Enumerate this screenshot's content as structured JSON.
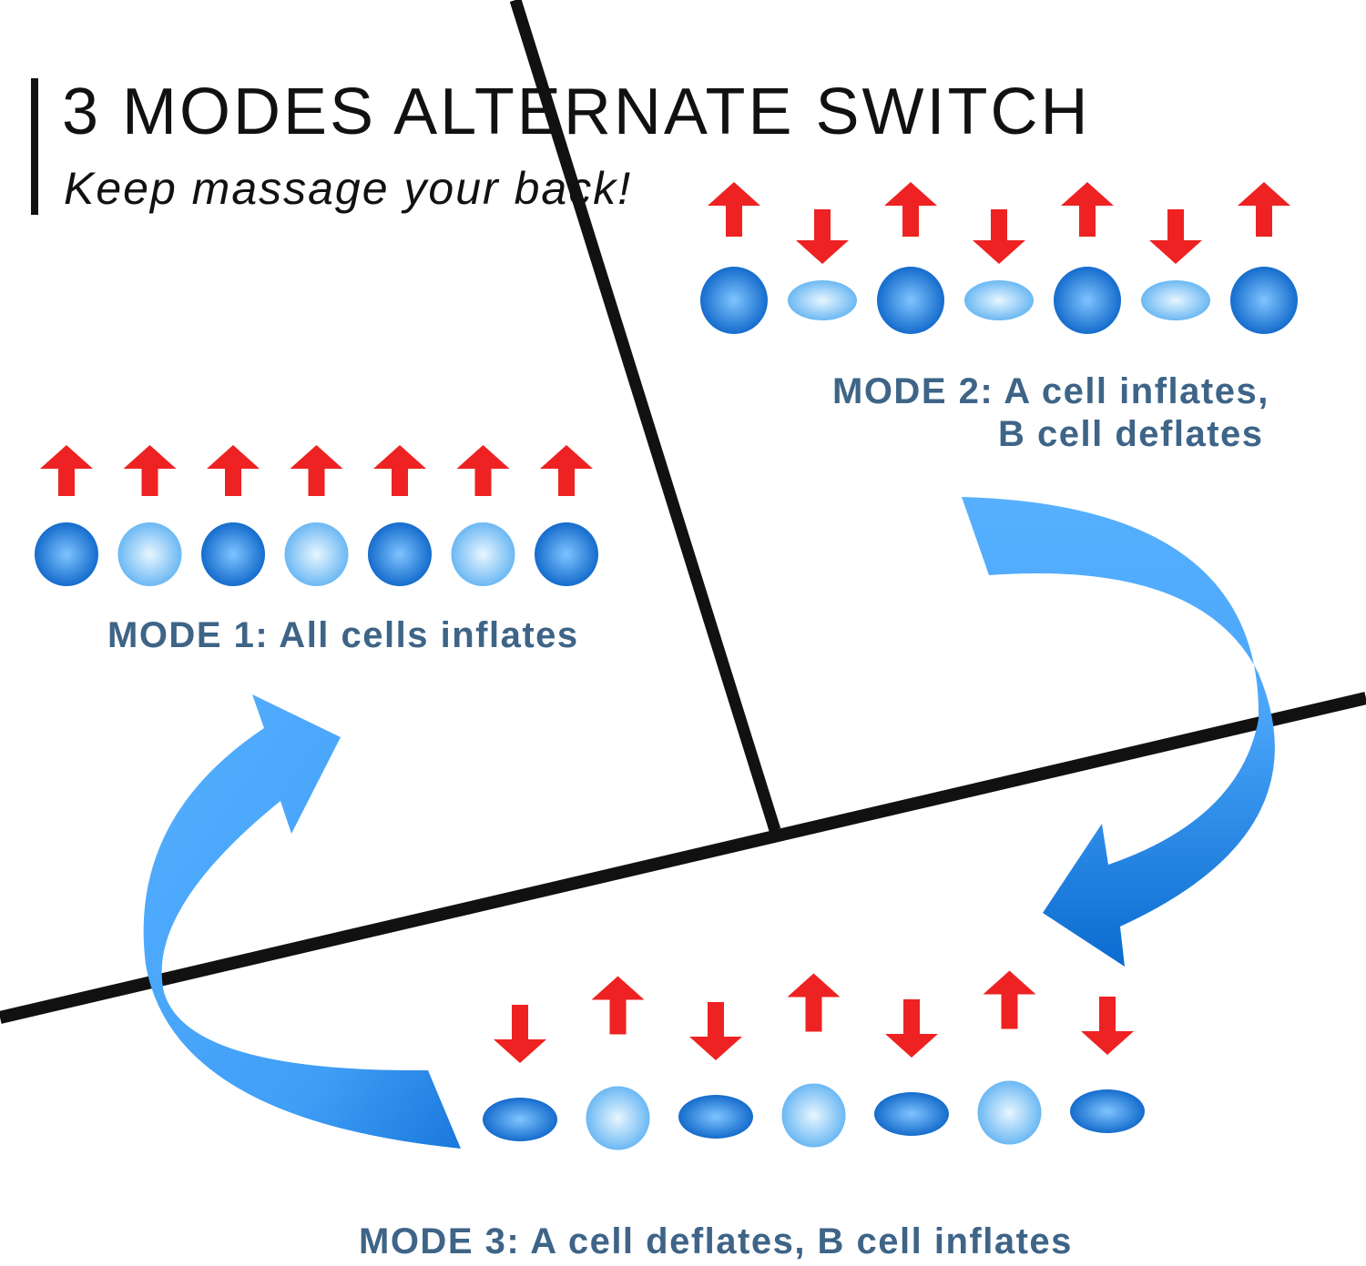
{
  "header": {
    "title": "3 MODES ALTERNATE SWITCH",
    "subtitle": "Keep massage your back!"
  },
  "modes": [
    {
      "label": "MODE 1: All cells inflates",
      "cells": [
        {
          "state": "inflated",
          "color": "A",
          "arrow": "up"
        },
        {
          "state": "inflated",
          "color": "B",
          "arrow": "up"
        },
        {
          "state": "inflated",
          "color": "A",
          "arrow": "up"
        },
        {
          "state": "inflated",
          "color": "B",
          "arrow": "up"
        },
        {
          "state": "inflated",
          "color": "A",
          "arrow": "up"
        },
        {
          "state": "inflated",
          "color": "B",
          "arrow": "up"
        },
        {
          "state": "inflated",
          "color": "A",
          "arrow": "up"
        }
      ]
    },
    {
      "label_lines": [
        "MODE 2: A cell inflates,",
        "B cell deflates"
      ],
      "cells": [
        {
          "state": "inflated",
          "color": "A",
          "arrow": "up"
        },
        {
          "state": "deflated",
          "color": "B",
          "arrow": "down"
        },
        {
          "state": "inflated",
          "color": "A",
          "arrow": "up"
        },
        {
          "state": "deflated",
          "color": "B",
          "arrow": "down"
        },
        {
          "state": "inflated",
          "color": "A",
          "arrow": "up"
        },
        {
          "state": "deflated",
          "color": "B",
          "arrow": "down"
        },
        {
          "state": "inflated",
          "color": "A",
          "arrow": "up"
        }
      ]
    },
    {
      "label": "MODE 3: A cell deflates, B cell inflates",
      "cells": [
        {
          "state": "deflated",
          "color": "A",
          "arrow": "down"
        },
        {
          "state": "inflated",
          "color": "B",
          "arrow": "up"
        },
        {
          "state": "deflated",
          "color": "A",
          "arrow": "down"
        },
        {
          "state": "inflated",
          "color": "B",
          "arrow": "up"
        },
        {
          "state": "deflated",
          "color": "A",
          "arrow": "down"
        },
        {
          "state": "inflated",
          "color": "B",
          "arrow": "up"
        },
        {
          "state": "deflated",
          "color": "A",
          "arrow": "down"
        }
      ]
    }
  ],
  "colors": {
    "cell_a_dark": "#0a63c7",
    "cell_a_light": "#7fc4ff",
    "cell_b_dark": "#5fb2f2",
    "cell_b_light": "#e8f6ff",
    "arrow_red": "#ee2222",
    "cycle_arrow_light": "#56b0ff",
    "cycle_arrow_dark": "#0b6cd0",
    "divider": "#111111",
    "label_text": "#3e6487"
  }
}
